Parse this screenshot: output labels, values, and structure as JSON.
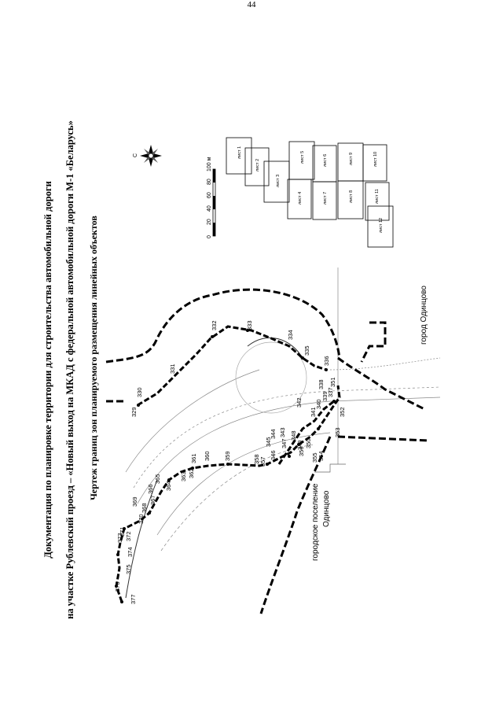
{
  "page_number": "44",
  "title": {
    "line1": "Документация по планировке территории для строительства автомобильной дороги",
    "line2": "на участке Рублевский проезд – «Новый выход на МКАД с федеральной автомобильной дороги М-1 «Беларусь»"
  },
  "subtitle": "Чертеж границ зон планируемого размещения линейных объектов",
  "compass": {
    "icon": "compass-rose-icon",
    "north_letter": "С"
  },
  "scale_bar": {
    "ticks": [
      "0",
      "20",
      "40",
      "60",
      "80",
      "100 м"
    ]
  },
  "sheet_index": [
    "лист 1",
    "лист 2",
    "лист 3",
    "лист 4",
    "лист 5",
    "лист 6",
    "лист 7",
    "лист 8",
    "лист 9",
    "лист 10",
    "лист 11",
    "лист 12"
  ],
  "places": {
    "settlement_line1": "городское поселение",
    "settlement_line2": "Одинцово",
    "city": "город Одинцово"
  },
  "point_labels": [
    "329",
    "330",
    "331",
    "332",
    "333",
    "334",
    "335",
    "336",
    "337",
    "338",
    "339",
    "340",
    "341",
    "342",
    "343",
    "344",
    "345",
    "346",
    "347",
    "348",
    "349",
    "350",
    "351",
    "352",
    "353",
    "354",
    "355",
    "356",
    "357",
    "358",
    "359",
    "360",
    "361",
    "362",
    "363",
    "364",
    "365",
    "366",
    "367",
    "368",
    "369",
    "370",
    "371",
    "372",
    "373",
    "374",
    "375",
    "376",
    "377"
  ]
}
